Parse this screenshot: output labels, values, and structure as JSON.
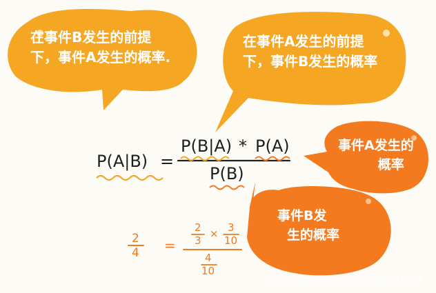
{
  "callouts": {
    "top_left": [
      "在事件B发生的前提",
      "下，事件A发生的概率."
    ],
    "top_right": [
      "在事件A发生的前提",
      "下，事件B发生的概率"
    ],
    "right_mid": [
      "事件A发生的",
      "概率"
    ],
    "right_low": [
      "事件B发",
      "生的概率"
    ]
  },
  "formula": {
    "lhs": "P(A|B)",
    "equals": "=",
    "numerator_left": "P(B|A)",
    "times": "*",
    "numerator_right": "P(A)",
    "denominator": "P(B)"
  },
  "example": {
    "lhs_num": "2",
    "lhs_den": "4",
    "equals": "=",
    "a_num": "2",
    "a_den": "3",
    "times": "×",
    "b_num": "3",
    "b_den": "10",
    "c_num": "4",
    "c_den": "10"
  },
  "watermark": "https://blog.csdn.net/qq_21201267",
  "colors": {
    "yellow_bubble": "#f5a623",
    "orange_bubble": "#f47a20",
    "ink": "#1f1f1f",
    "accent": "#f07a1e"
  }
}
